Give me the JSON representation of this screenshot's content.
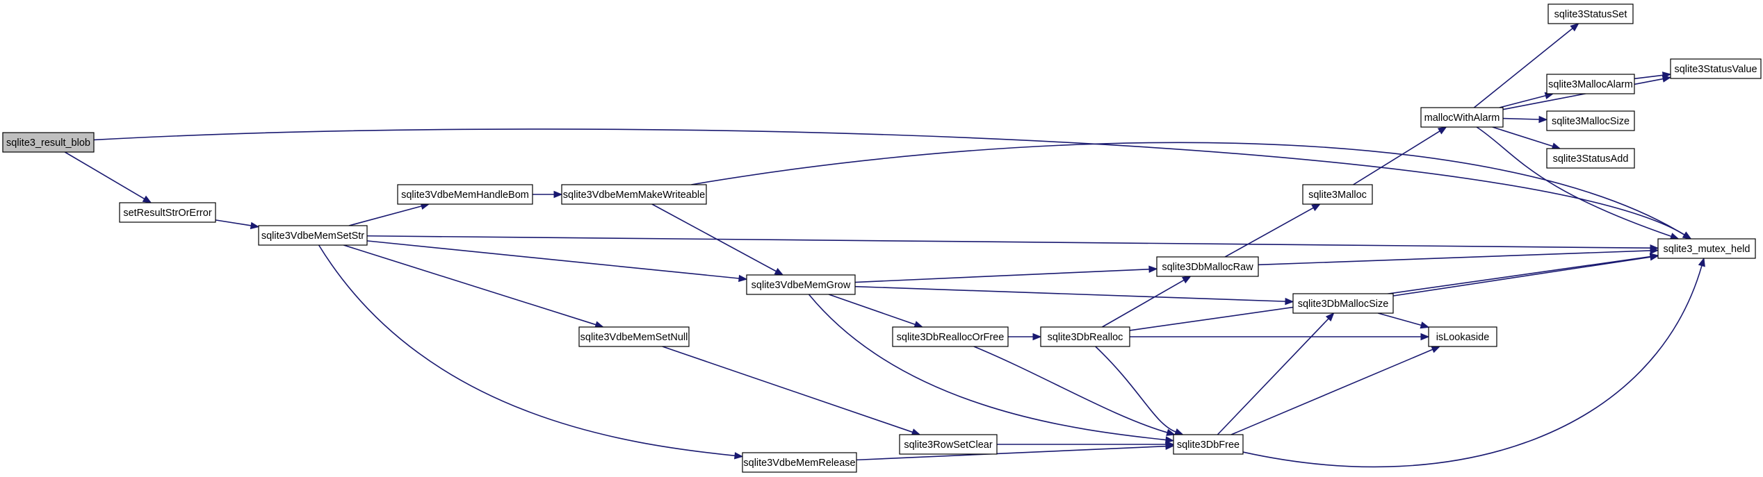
{
  "nodes": [
    {
      "id": "sqlite3_result_blob",
      "label": "sqlite3_result_blob"
    },
    {
      "id": "setResultStrOrError",
      "label": "setResultStrOrError"
    },
    {
      "id": "sqlite3VdbeMemSetStr",
      "label": "sqlite3VdbeMemSetStr"
    },
    {
      "id": "sqlite3VdbeMemHandleBom",
      "label": "sqlite3VdbeMemHandleBom"
    },
    {
      "id": "sqlite3VdbeMemMakeWriteable",
      "label": "sqlite3VdbeMemMakeWriteable"
    },
    {
      "id": "sqlite3VdbeMemGrow",
      "label": "sqlite3VdbeMemGrow"
    },
    {
      "id": "sqlite3VdbeMemSetNull",
      "label": "sqlite3VdbeMemSetNull"
    },
    {
      "id": "sqlite3VdbeMemRelease",
      "label": "sqlite3VdbeMemRelease"
    },
    {
      "id": "sqlite3DbReallocOrFree",
      "label": "sqlite3DbReallocOrFree"
    },
    {
      "id": "sqlite3RowSetClear",
      "label": "sqlite3RowSetClear"
    },
    {
      "id": "sqlite3DbRealloc",
      "label": "sqlite3DbRealloc"
    },
    {
      "id": "sqlite3DbMallocRaw",
      "label": "sqlite3DbMallocRaw"
    },
    {
      "id": "sqlite3Malloc",
      "label": "sqlite3Malloc"
    },
    {
      "id": "sqlite3DbMallocSize",
      "label": "sqlite3DbMallocSize"
    },
    {
      "id": "sqlite3DbFree",
      "label": "sqlite3DbFree"
    },
    {
      "id": "mallocWithAlarm",
      "label": "mallocWithAlarm"
    },
    {
      "id": "isLookaside",
      "label": "isLookaside"
    },
    {
      "id": "sqlite3StatusSet",
      "label": "sqlite3StatusSet"
    },
    {
      "id": "sqlite3MallocAlarm",
      "label": "sqlite3MallocAlarm"
    },
    {
      "id": "sqlite3StatusValue",
      "label": "sqlite3StatusValue"
    },
    {
      "id": "sqlite3MallocSize",
      "label": "sqlite3MallocSize"
    },
    {
      "id": "sqlite3StatusAdd",
      "label": "sqlite3StatusAdd"
    },
    {
      "id": "sqlite3_mutex_held",
      "label": "sqlite3_mutex_held"
    }
  ],
  "edges": [
    {
      "from": "sqlite3_result_blob",
      "to": "setResultStrOrError"
    },
    {
      "from": "sqlite3_result_blob",
      "to": "sqlite3_mutex_held"
    },
    {
      "from": "setResultStrOrError",
      "to": "sqlite3VdbeMemSetStr"
    },
    {
      "from": "sqlite3VdbeMemSetStr",
      "to": "sqlite3VdbeMemHandleBom"
    },
    {
      "from": "sqlite3VdbeMemSetStr",
      "to": "sqlite3_mutex_held"
    },
    {
      "from": "sqlite3VdbeMemSetStr",
      "to": "sqlite3VdbeMemGrow"
    },
    {
      "from": "sqlite3VdbeMemSetStr",
      "to": "sqlite3VdbeMemSetNull"
    },
    {
      "from": "sqlite3VdbeMemSetStr",
      "to": "sqlite3VdbeMemRelease"
    },
    {
      "from": "sqlite3VdbeMemHandleBom",
      "to": "sqlite3VdbeMemMakeWriteable"
    },
    {
      "from": "sqlite3VdbeMemMakeWriteable",
      "to": "sqlite3_mutex_held"
    },
    {
      "from": "sqlite3VdbeMemMakeWriteable",
      "to": "sqlite3VdbeMemGrow"
    },
    {
      "from": "sqlite3VdbeMemGrow",
      "to": "sqlite3DbMallocRaw"
    },
    {
      "from": "sqlite3VdbeMemGrow",
      "to": "sqlite3DbMallocSize"
    },
    {
      "from": "sqlite3VdbeMemGrow",
      "to": "sqlite3DbReallocOrFree"
    },
    {
      "from": "sqlite3VdbeMemGrow",
      "to": "sqlite3DbFree"
    },
    {
      "from": "sqlite3VdbeMemSetNull",
      "to": "sqlite3RowSetClear"
    },
    {
      "from": "sqlite3VdbeMemRelease",
      "to": "sqlite3DbFree"
    },
    {
      "from": "sqlite3DbReallocOrFree",
      "to": "sqlite3DbRealloc"
    },
    {
      "from": "sqlite3DbReallocOrFree",
      "to": "sqlite3DbFree"
    },
    {
      "from": "sqlite3RowSetClear",
      "to": "sqlite3DbFree"
    },
    {
      "from": "sqlite3DbRealloc",
      "to": "sqlite3DbMallocRaw"
    },
    {
      "from": "sqlite3DbRealloc",
      "to": "isLookaside"
    },
    {
      "from": "sqlite3DbRealloc",
      "to": "sqlite3_mutex_held"
    },
    {
      "from": "sqlite3DbRealloc",
      "to": "sqlite3DbFree"
    },
    {
      "from": "sqlite3DbMallocRaw",
      "to": "sqlite3Malloc"
    },
    {
      "from": "sqlite3DbMallocRaw",
      "to": "sqlite3_mutex_held"
    },
    {
      "from": "sqlite3Malloc",
      "to": "mallocWithAlarm"
    },
    {
      "from": "sqlite3DbMallocSize",
      "to": "sqlite3_mutex_held"
    },
    {
      "from": "sqlite3DbMallocSize",
      "to": "isLookaside"
    },
    {
      "from": "sqlite3DbFree",
      "to": "sqlite3DbMallocSize"
    },
    {
      "from": "sqlite3DbFree",
      "to": "isLookaside"
    },
    {
      "from": "sqlite3DbFree",
      "to": "sqlite3_mutex_held"
    },
    {
      "from": "mallocWithAlarm",
      "to": "sqlite3StatusSet"
    },
    {
      "from": "mallocWithAlarm",
      "to": "sqlite3MallocAlarm"
    },
    {
      "from": "mallocWithAlarm",
      "to": "sqlite3StatusValue"
    },
    {
      "from": "mallocWithAlarm",
      "to": "sqlite3MallocSize"
    },
    {
      "from": "mallocWithAlarm",
      "to": "sqlite3StatusAdd"
    },
    {
      "from": "mallocWithAlarm",
      "to": "sqlite3_mutex_held"
    },
    {
      "from": "sqlite3MallocAlarm",
      "to": "sqlite3StatusValue"
    }
  ],
  "colors": {
    "edge": "#191970",
    "root_fill": "#bfbfbf",
    "node_fill": "#ffffff",
    "node_border": "#000000"
  }
}
